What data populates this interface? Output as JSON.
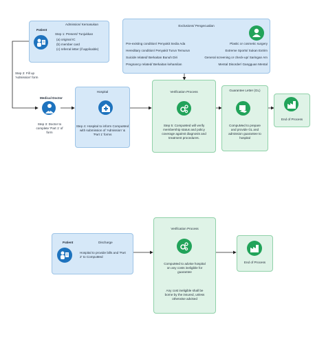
{
  "diagram1": {
    "admission": {
      "actor": "Patient",
      "title": "Admission/ Kemasukan",
      "step1_title": "Step 1: Present/ Tunjukkan",
      "step1_items": [
        "(a) original IC",
        "(b) member card",
        "(c) referral letter (if applicable)"
      ]
    },
    "step2_label": "Step 2: Fill up\n'Admission' form",
    "doctor": {
      "actor": "Medical Doctor",
      "step3": "Step 3: Doctor to\ncomplete 'Part 1' of\nform"
    },
    "hospital": {
      "title": "Hospital",
      "step4": "Step 4: Hospital to inform CompuMed\nwith submission of 'Admission' &\n'Part 1' forms"
    },
    "exclusions": {
      "title": "Exclusions/ Pengecualian",
      "left": [
        "Pre-existing condition/ Penyakit Sedia Ada",
        "Hereditary condition/ Penyakit Turun Temurun",
        "Suicide related/ Berkaitan Bunuh Diri",
        "Pregnancy related/ Berkaitan kehamilan"
      ],
      "right": [
        "Plastic or cosmetic surgery",
        "Extreme Sports/ Sukan Extrim",
        "General screening or check-up/ Saringan Am",
        "Mental Disorder/ Gangguan Mental"
      ]
    },
    "verification": {
      "title": "Verification Process",
      "step5": "Step 5: CompuMed will verify\nmembership status and policy\ncoverage against diagnosis and\ntreatment procedures."
    },
    "guarantee": {
      "title": "Guarantee Letter (GL)",
      "text": "CompuMed to prepare\nand provide GL and\nadmission guarantee to\nhospital"
    },
    "end": "End of Process"
  },
  "diagram2": {
    "discharge": {
      "actor": "Patient",
      "title": "Discharge",
      "text": "Hospital to provide bills and 'Part\n2' to CompuMed"
    },
    "verification": {
      "title": "Verification Process",
      "text1": "CompuMed to advise hospital\non any costs ineligible for\nguarantee",
      "text2": "Any cost ineligible shall be\nborne by the insured, unless\notherwise advised"
    },
    "end": "End of Process"
  },
  "colors": {
    "blue_box": "#d6e8f8",
    "green_box": "#dff3e7",
    "blue_icon": "#1e73be",
    "green_icon": "#22a35a"
  }
}
